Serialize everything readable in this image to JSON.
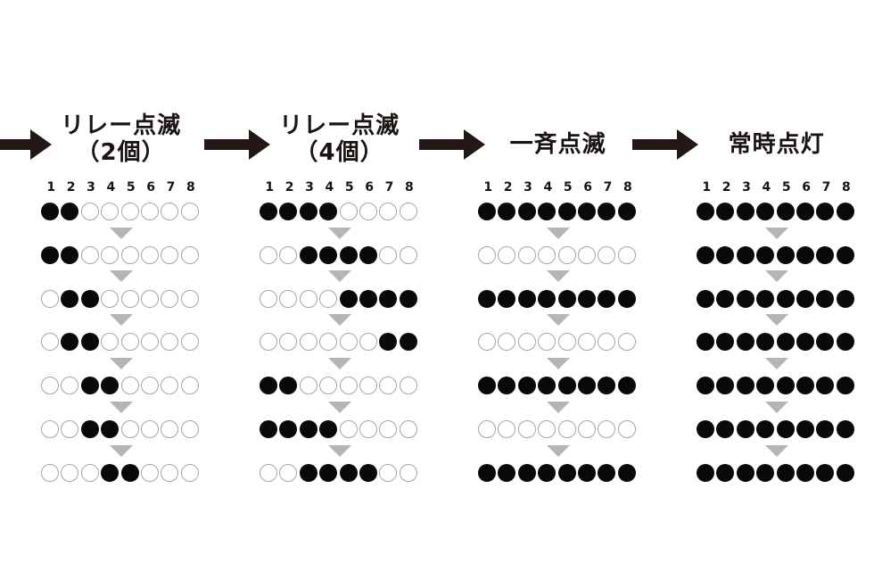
{
  "colors": {
    "background": "#ffffff",
    "led_on": "#0b0908",
    "led_off_border": "#a6a6a6",
    "arrow": "#231815",
    "step_triangle": "#b5b5b5",
    "text": "#1a1311"
  },
  "columns": [
    {
      "id": "relay-blink-2",
      "title_lines": [
        "リレー点滅",
        "（2個）"
      ],
      "led_numbers": [
        "1",
        "2",
        "3",
        "4",
        "5",
        "6",
        "7",
        "8"
      ],
      "frames": [
        [
          1,
          1,
          0,
          0,
          0,
          0,
          0,
          0
        ],
        [
          1,
          1,
          0,
          0,
          0,
          0,
          0,
          0
        ],
        [
          0,
          1,
          1,
          0,
          0,
          0,
          0,
          0
        ],
        [
          0,
          1,
          1,
          0,
          0,
          0,
          0,
          0
        ],
        [
          0,
          0,
          1,
          1,
          0,
          0,
          0,
          0
        ],
        [
          0,
          0,
          1,
          1,
          0,
          0,
          0,
          0
        ],
        [
          0,
          0,
          0,
          1,
          1,
          0,
          0,
          0
        ]
      ]
    },
    {
      "id": "relay-blink-4",
      "title_lines": [
        "リレー点滅",
        "（4個）"
      ],
      "led_numbers": [
        "1",
        "2",
        "3",
        "4",
        "5",
        "6",
        "7",
        "8"
      ],
      "frames": [
        [
          1,
          1,
          1,
          1,
          0,
          0,
          0,
          0
        ],
        [
          0,
          0,
          1,
          1,
          1,
          1,
          0,
          0
        ],
        [
          0,
          0,
          0,
          0,
          1,
          1,
          1,
          1
        ],
        [
          0,
          0,
          0,
          0,
          0,
          0,
          1,
          1
        ],
        [
          1,
          1,
          0,
          0,
          0,
          0,
          0,
          0
        ],
        [
          1,
          1,
          1,
          1,
          0,
          0,
          0,
          0
        ],
        [
          0,
          0,
          1,
          1,
          1,
          1,
          0,
          0
        ]
      ]
    },
    {
      "id": "simultaneous-blink",
      "title_lines": [
        "一斉点滅"
      ],
      "led_numbers": [
        "1",
        "2",
        "3",
        "4",
        "5",
        "6",
        "7",
        "8"
      ],
      "frames": [
        [
          1,
          1,
          1,
          1,
          1,
          1,
          1,
          1
        ],
        [
          0,
          0,
          0,
          0,
          0,
          0,
          0,
          0
        ],
        [
          1,
          1,
          1,
          1,
          1,
          1,
          1,
          1
        ],
        [
          0,
          0,
          0,
          0,
          0,
          0,
          0,
          0
        ],
        [
          1,
          1,
          1,
          1,
          1,
          1,
          1,
          1
        ],
        [
          0,
          0,
          0,
          0,
          0,
          0,
          0,
          0
        ],
        [
          1,
          1,
          1,
          1,
          1,
          1,
          1,
          1
        ]
      ]
    },
    {
      "id": "always-on",
      "title_lines": [
        "常時点灯"
      ],
      "led_numbers": [
        "1",
        "2",
        "3",
        "4",
        "5",
        "6",
        "7",
        "8"
      ],
      "frames": [
        [
          1,
          1,
          1,
          1,
          1,
          1,
          1,
          1
        ],
        [
          1,
          1,
          1,
          1,
          1,
          1,
          1,
          1
        ],
        [
          1,
          1,
          1,
          1,
          1,
          1,
          1,
          1
        ],
        [
          1,
          1,
          1,
          1,
          1,
          1,
          1,
          1
        ],
        [
          1,
          1,
          1,
          1,
          1,
          1,
          1,
          1
        ],
        [
          1,
          1,
          1,
          1,
          1,
          1,
          1,
          1
        ],
        [
          1,
          1,
          1,
          1,
          1,
          1,
          1,
          1
        ]
      ]
    }
  ]
}
